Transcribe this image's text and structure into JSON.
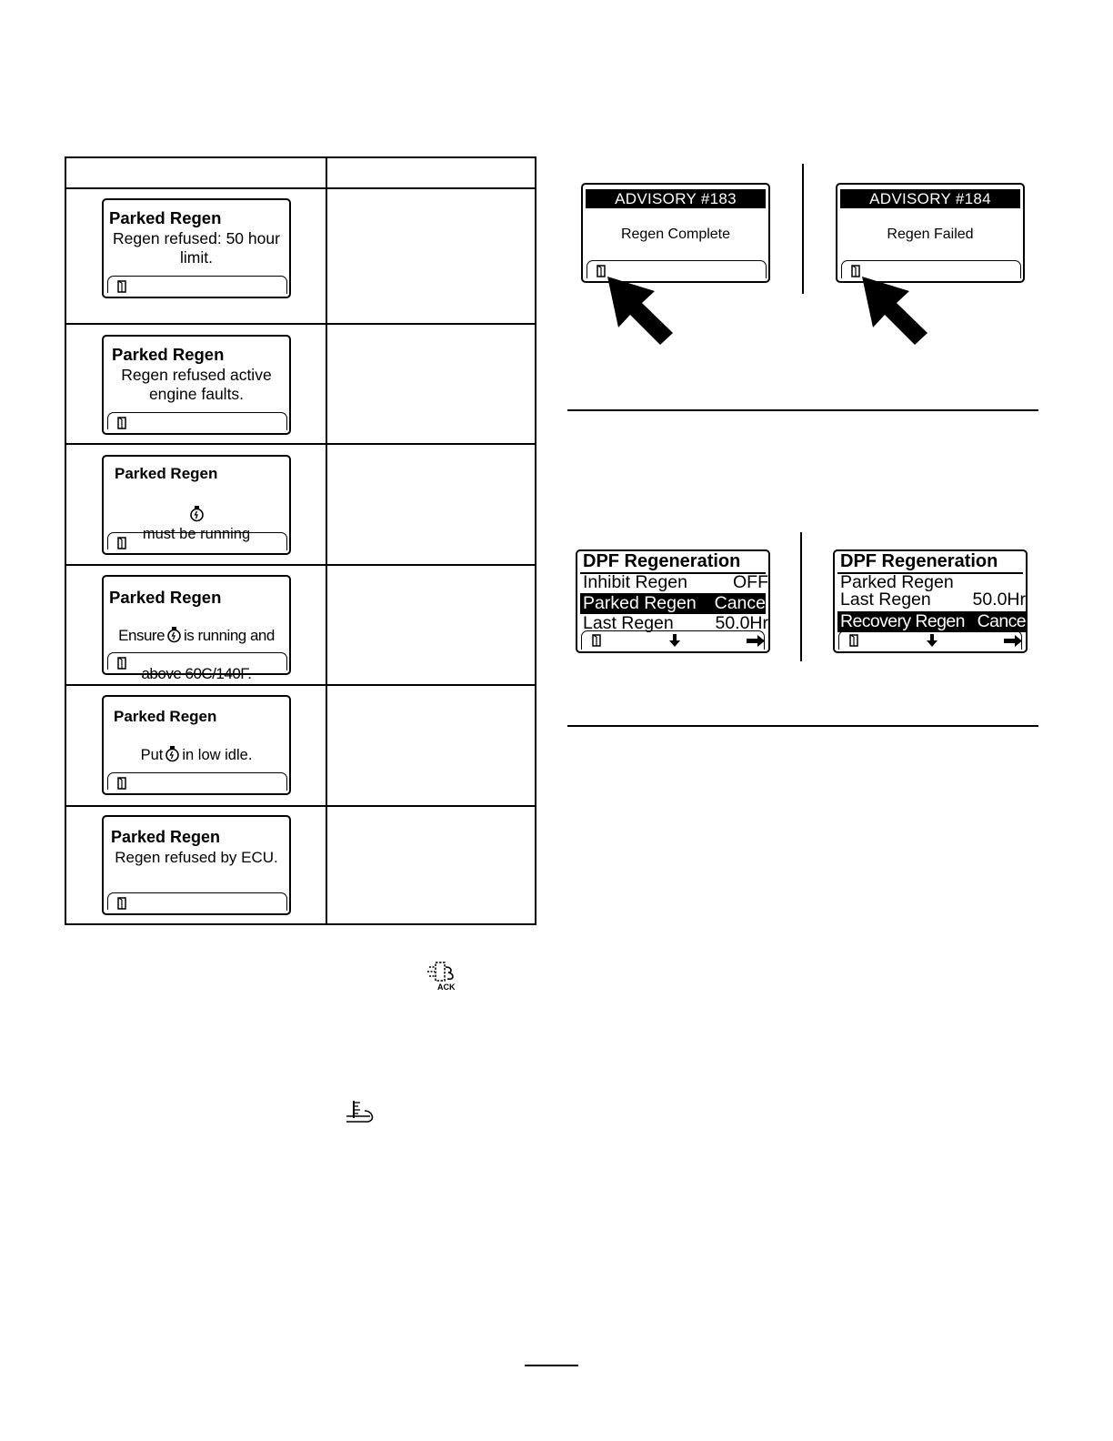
{
  "table": {
    "rows": [
      {
        "title": "Parked Regen",
        "message": "Regen refused: 50 hour\nlimit.",
        "description": ""
      },
      {
        "title": "Parked Regen",
        "message": "Regen refused active\nengine faults.",
        "description": ""
      },
      {
        "title": "Parked Regen",
        "message_after_icon": "must be running",
        "description": ""
      },
      {
        "title": "Parked Regen",
        "line1_before": "Ensure",
        "line1_after": "is running and",
        "line2": "above 60C/140F.",
        "description": ""
      },
      {
        "title": "Parked Regen",
        "before_icon": "Put",
        "after_icon": "in low idle.",
        "description": ""
      },
      {
        "title": "Parked Regen",
        "message": "Regen refused by ECU.",
        "description": ""
      }
    ]
  },
  "advisories": [
    {
      "title": "ADVISORY #183",
      "message": "Regen Complete",
      "softkey_icon": "door-icon"
    },
    {
      "title": "ADVISORY #184",
      "message": "Regen Failed",
      "softkey_icon": "door-icon"
    }
  ],
  "dpf_screens": [
    {
      "title": "DPF Regeneration",
      "rows": [
        {
          "label": "Inhibit Regen",
          "value": "OFF",
          "selected": false
        },
        {
          "label": "Parked Regen",
          "value": "Cance",
          "selected": true
        },
        {
          "label": "Last Regen",
          "value": "50.0Hr",
          "selected": false
        }
      ]
    },
    {
      "title": "DPF Regeneration",
      "rows": [
        {
          "label": "Parked Regen",
          "value": "",
          "selected": false
        },
        {
          "label": "Last Regen",
          "value": "50.0Hr",
          "selected": false
        },
        {
          "label": "Recovery Regen",
          "value": "Cance",
          "selected": true
        }
      ]
    }
  ],
  "icons": {
    "ack_label": "ACK",
    "ack_icon": "regen-ack-icon",
    "parked_regen_icon": "parked-regen-icon",
    "engine_icon": "engine-icon"
  }
}
